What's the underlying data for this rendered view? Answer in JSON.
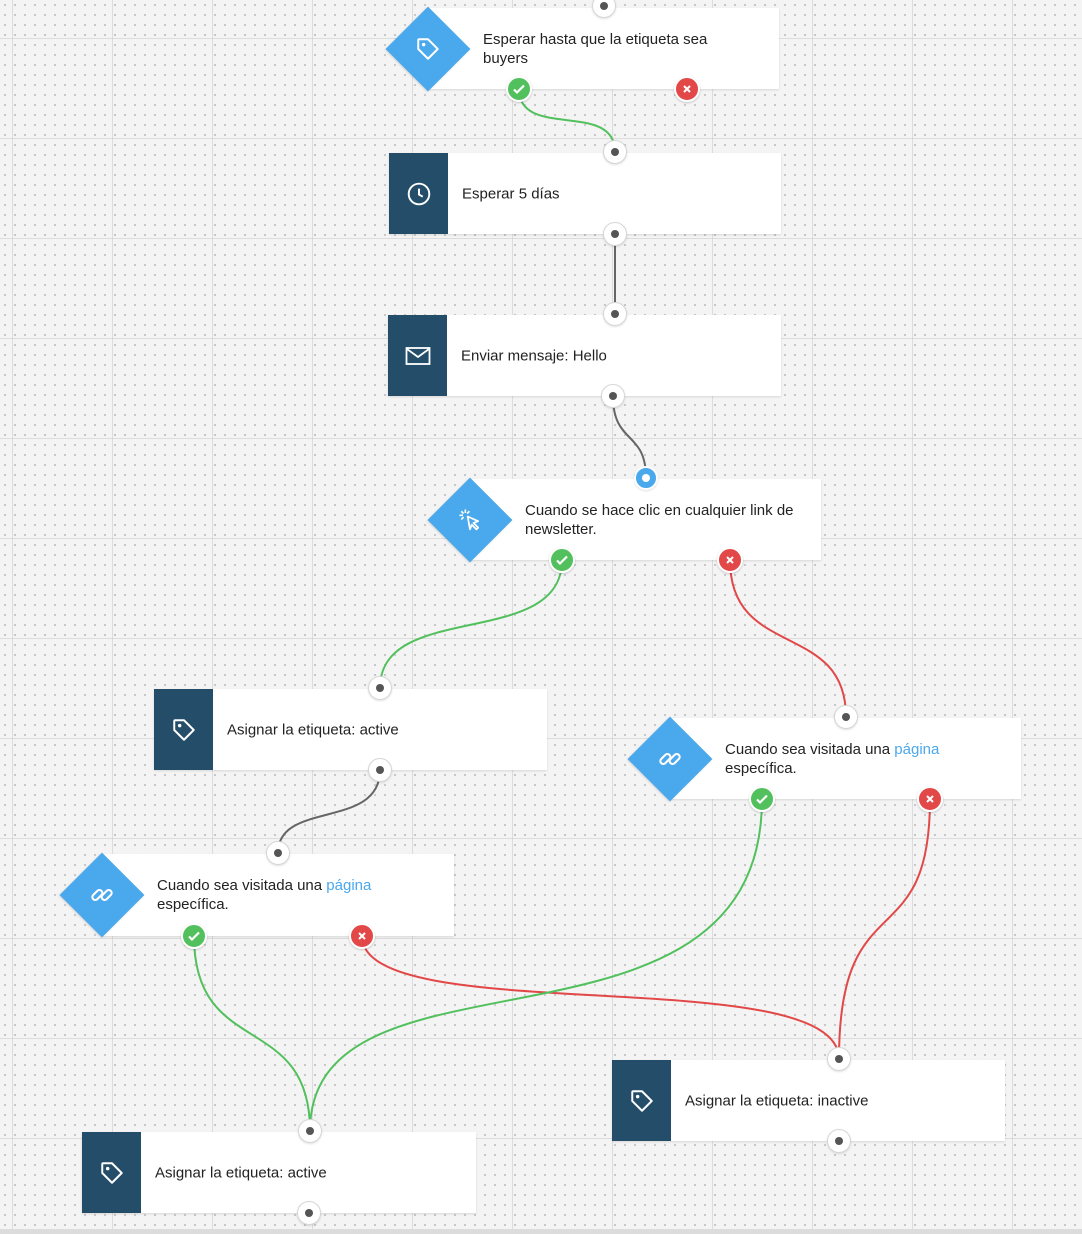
{
  "nodes": {
    "wait_tag": {
      "text": "Esperar hasta que la etiqueta sea buyers",
      "icon": "tag-icon"
    },
    "wait_days": {
      "text": "Esperar 5 días",
      "icon": "clock-icon"
    },
    "send_message": {
      "text": "Enviar mensaje: Hello",
      "icon": "envelope-icon"
    },
    "click_link": {
      "text": "Cuando se hace clic en cualquier link de newsletter.",
      "icon": "cursor-click-icon"
    },
    "assign_active_1": {
      "text": "Asignar la etiqueta: active",
      "icon": "tag-icon"
    },
    "visit_page_right": {
      "prefix": "Cuando sea visitada una ",
      "link": "página",
      "suffix": "específica.",
      "icon": "link-icon"
    },
    "visit_page_left": {
      "prefix": "Cuando sea visitada una ",
      "link": "página",
      "suffix": "específica.",
      "icon": "link-icon"
    },
    "assign_inactive": {
      "text": "Asignar la etiqueta: inactive",
      "icon": "tag-icon"
    },
    "assign_active_2": {
      "text": "Asignar la etiqueta: active",
      "icon": "tag-icon"
    }
  },
  "colors": {
    "square_icon_bg": "#234d69",
    "diamond_icon_bg": "#4aa8ec",
    "yes_path": "#52c05d",
    "no_path": "#e24848",
    "neutral_path": "#666666",
    "link_text": "#4aa8ec"
  }
}
